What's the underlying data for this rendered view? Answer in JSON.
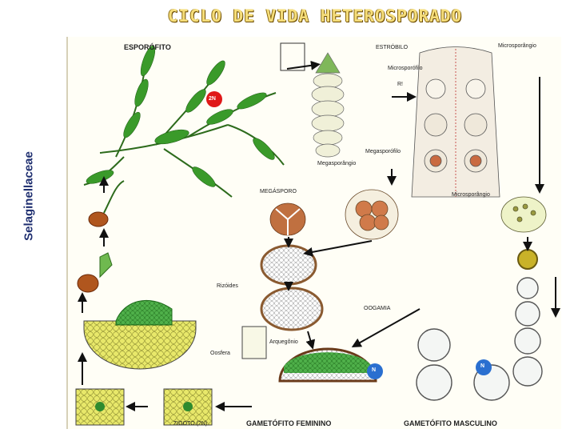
{
  "title": "CICLO DE VIDA HETEROSPORADO",
  "side_label": "Selaginellaceae",
  "labels": {
    "esporofito": "ESPORÓFITO",
    "ploidy_2n": "2N",
    "estrobilo": "ESTRÓBILO",
    "microsporangio_top": "Microsporângio",
    "microsporofilo": "Microsporófilo",
    "ri": "R!",
    "megasporofilo": "Megasporófilo",
    "megasporangio": "Megasporângio",
    "megasporo": "MEGÁSPORO",
    "microsporangio_bottom": "Microsporângio",
    "rizoides": "Rizóides",
    "oogamia": "OOGAMIA",
    "oosfera": "Oosfera",
    "arquegonio": "Arquegônio",
    "ploidy_n_left": "N",
    "ploidy_n_right": "N",
    "zigoto": "ZIGOTO (2N)",
    "gametofito_feminino": "GAMETÓFITO FEMININO",
    "gametofito_masculino": "GAMETÓFITO MASCULINO"
  },
  "colors": {
    "title": "#f5dd7a",
    "side_label": "#1f2f70",
    "leaf_green": "#3a9a2a",
    "cell_yellow": "#e8e86a",
    "ploidy_2n_badge": "#e01818",
    "ploidy_n_badge": "#2a6fd0"
  }
}
